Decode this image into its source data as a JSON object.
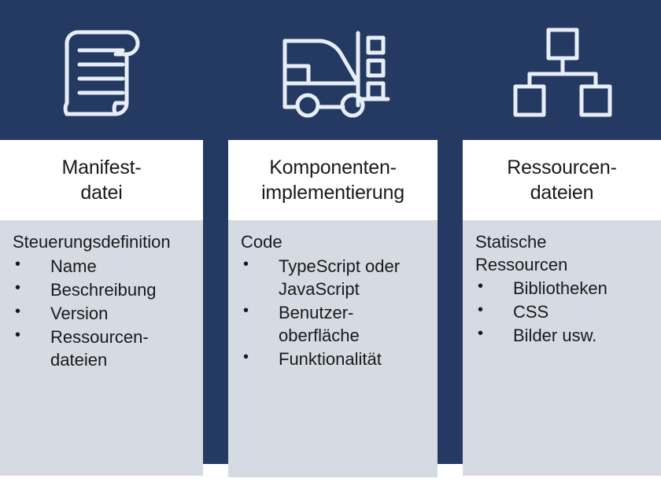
{
  "diagram": {
    "type": "three-column-concept",
    "colors": {
      "banner_navy": "#243a63",
      "panel_gray": "#d5dae3",
      "card_white": "#ffffff",
      "text": "#1a1a1a",
      "icon_stroke": "#e8eef7"
    },
    "columns": [
      {
        "icon": "scroll-document-icon",
        "title": "Manifest-\ndatei",
        "heading": "Steuerungsdefinition",
        "bullets": [
          "Name",
          "Beschreibung",
          "Version",
          "Ressourcen-\ndateien"
        ]
      },
      {
        "icon": "forklift-components-icon",
        "title": "Komponenten-\nimplementierung",
        "heading": "Code",
        "bullets": [
          "TypeScript oder\nJavaScript",
          "Benutzer-\noberfläche",
          "Funktionalität"
        ]
      },
      {
        "icon": "hierarchy-tree-icon",
        "title": "Ressourcen-\ndateien",
        "heading": "Statische\nRessourcen",
        "bullets": [
          "Bibliotheken",
          "CSS",
          "Bilder usw."
        ]
      }
    ]
  }
}
